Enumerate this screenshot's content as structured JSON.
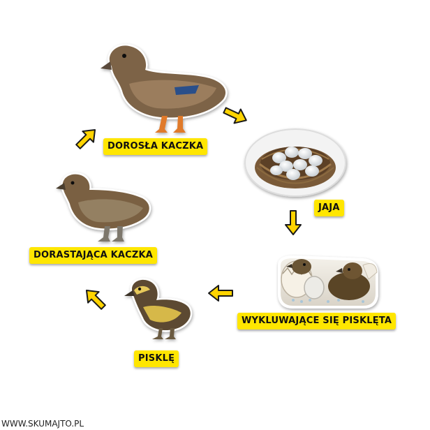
{
  "stages": {
    "adult": "DOROSŁA KACZKA",
    "eggs": "JAJA",
    "hatching": "WYKLUWAJĄCE SIĘ PISKLĘTA",
    "duckling": "PISKLĘ",
    "juvenile": "DORASTAJĄCA KACZKA"
  },
  "watermark": "WWW.SKUMAJTO.PL",
  "colors": {
    "label_bg": "#ffe600",
    "arrow_fill": "#ffd400",
    "arrow_stroke": "#1a1a1a"
  }
}
